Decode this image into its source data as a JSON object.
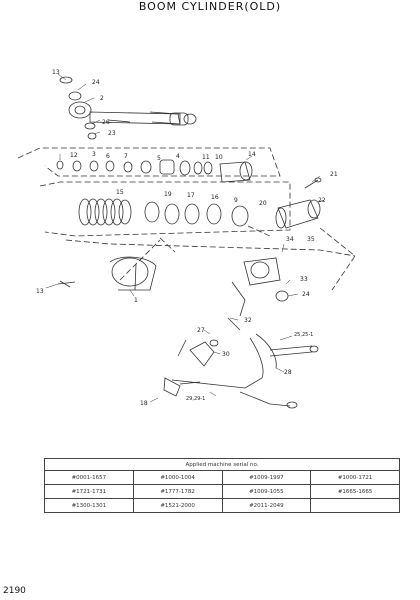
{
  "title": "BOOM CYLINDER(OLD)",
  "page_number": "2190",
  "callouts": {
    "c13a": "13",
    "c24a": "24",
    "c2": "2",
    "c26": "26",
    "c23": "23",
    "c12": "12",
    "c3": "3",
    "c6": "6",
    "c7": "7",
    "c5": "5",
    "c4": "4",
    "c11": "11",
    "c10": "10",
    "c14": "14",
    "c21": "21",
    "c22": "22",
    "c15": "15",
    "c19": "19",
    "c17": "17",
    "c16": "16",
    "c9": "9",
    "c20": "20",
    "c34": "34",
    "c35": "35",
    "c1": "1",
    "c13b": "13",
    "c33": "33",
    "c24b": "24",
    "c27": "27",
    "c32": "32",
    "c30": "30",
    "c25": "25,25-1",
    "c28": "28",
    "c18": "18",
    "c29": "29,29-1"
  },
  "serial_table": {
    "header": "Applied machine serial no.",
    "rows": [
      [
        "#0001-1657",
        "#1000-1004",
        "#1009-1997",
        "#1000-1721"
      ],
      [
        "#1721-1731",
        "#1777-1782",
        "#1009-1055",
        "#1665-1665"
      ],
      [
        "#1300-1301",
        "#1521-2000",
        "#2011-2049",
        ""
      ]
    ]
  }
}
